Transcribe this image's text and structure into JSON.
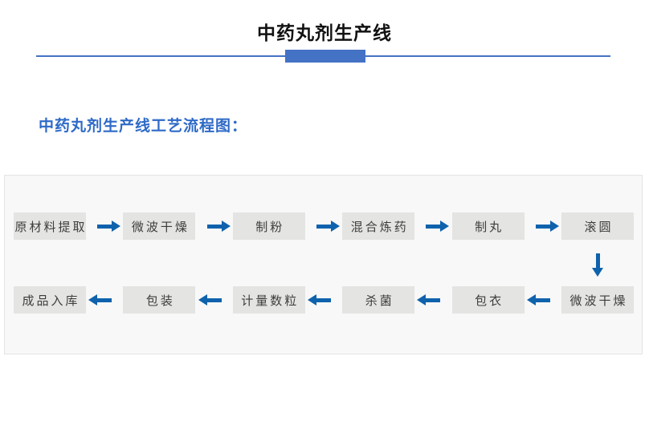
{
  "header": {
    "title": "中药丸剂生产线"
  },
  "section": {
    "heading": "中药丸剂生产线工艺流程图："
  },
  "flowchart": {
    "row1": [
      "原材料提取",
      "微波干燥",
      "制粉",
      "混合炼药",
      "制丸",
      "滚圆"
    ],
    "row2": [
      "成品入库",
      "包装",
      "计量数粒",
      "杀菌",
      "包衣",
      "微波干燥"
    ],
    "row1_direction": "left-to-right",
    "row2_direction": "right-to-left"
  },
  "colors": {
    "accent_blue": "#4472c4",
    "arrow_blue": "#0f62ac",
    "subtitle_blue": "#2e6ac7",
    "box_bg": "#e4e4e2",
    "box_text": "#3d3d3d",
    "panel_bg": "#f7f8f7",
    "panel_border": "#e4e4e4",
    "title_black": "#111111"
  }
}
